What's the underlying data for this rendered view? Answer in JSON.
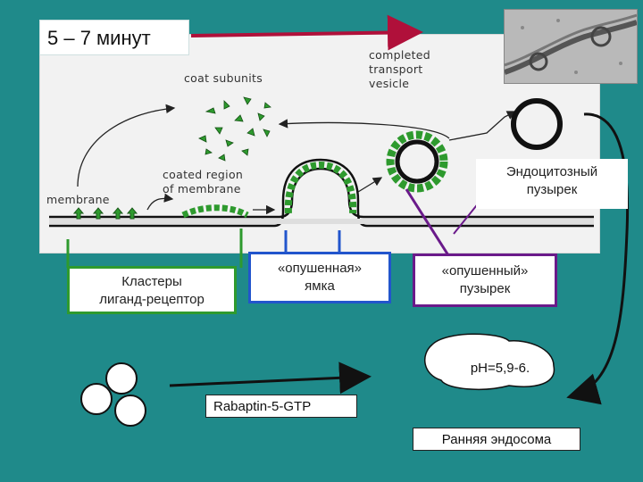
{
  "title": "5 – 7 минут",
  "diagram": {
    "labels": {
      "coat_subunits": "coat subunits",
      "completed_transport_vesicle": [
        "completed",
        "transport",
        "vesicle"
      ],
      "coated_region": [
        "coated region",
        "of membrane"
      ],
      "membrane": "membrane"
    }
  },
  "boxes": {
    "clusters": [
      "Кластеры",
      "лиганд-рецептор"
    ],
    "pit": [
      "«опушенная»",
      "ямка"
    ],
    "coated_vesicle": [
      "«опушенный»",
      "пузырек"
    ],
    "endocytic_vesicle": [
      "Эндоцитозный",
      "пузырек"
    ],
    "ph": "pH=5,9-6.",
    "rabaptin": "Rabaptin-5-GTP",
    "early_endosome": "Ранняя эндосома"
  },
  "colors": {
    "background": "#1f8a8a",
    "coat_green": "#2e9a2e",
    "time_arrow": "#b0103a",
    "pit_border": "#2255cc",
    "vesicle_border": "#6a1a8a"
  }
}
